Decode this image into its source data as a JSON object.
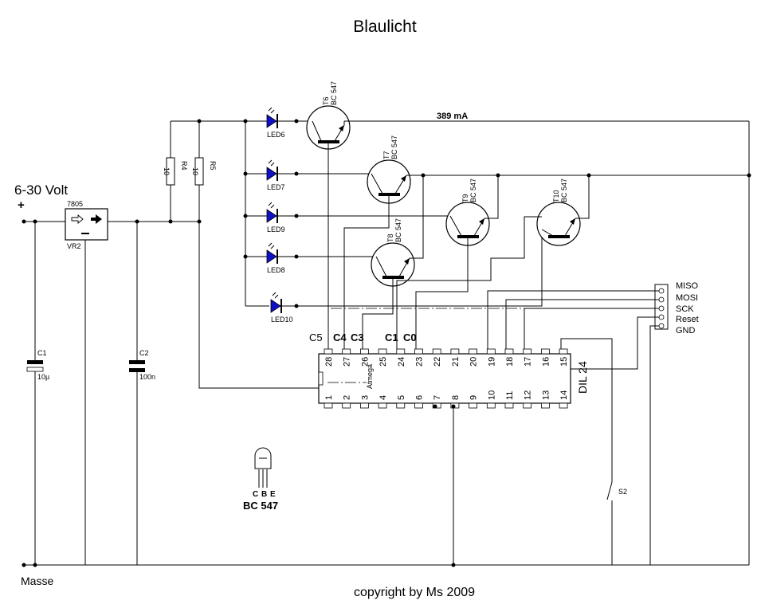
{
  "title": "Blaulicht",
  "supply": {
    "voltage_label": "6-30 Volt",
    "plus": "+",
    "ground_label": "Masse"
  },
  "regulator": {
    "part": "7805",
    "ref": "VR2"
  },
  "capacitors": [
    {
      "ref": "C1",
      "value": "10µ"
    },
    {
      "ref": "C2",
      "value": "100n"
    }
  ],
  "resistors": [
    {
      "ref": "R4",
      "value": "10"
    },
    {
      "ref": "R5",
      "value": "10"
    }
  ],
  "current_label": "389 mA",
  "leds": [
    "LED6",
    "LED7",
    "LED9",
    "LED8",
    "LED10"
  ],
  "transistors": [
    {
      "ref": "T6",
      "type": "BC 547"
    },
    {
      "ref": "T7",
      "type": "BC 547"
    },
    {
      "ref": "T9",
      "type": "BC 547"
    },
    {
      "ref": "T8",
      "type": "BC 547"
    },
    {
      "ref": "T10",
      "type": "BC 547"
    }
  ],
  "port_labels": [
    "C5",
    "C4",
    "C3",
    "C1",
    "C0"
  ],
  "ic": {
    "label": "Atmega",
    "package": "DIL 24",
    "top_pins": [
      "28",
      "27",
      "26",
      "25",
      "24",
      "23",
      "22",
      "21",
      "20",
      "19",
      "18",
      "17",
      "16",
      "15"
    ],
    "bottom_pins": [
      "1",
      "2",
      "3",
      "4",
      "5",
      "6",
      "7",
      "8",
      "9",
      "10",
      "11",
      "12",
      "13",
      "14"
    ]
  },
  "isp_header": [
    "MISO",
    "MOSI",
    "SCK",
    "Reset",
    "GND"
  ],
  "switch": {
    "ref": "S2"
  },
  "pinout": {
    "pins": [
      "C",
      "B",
      "E"
    ],
    "name": "BC 547"
  },
  "copyright": "copyright by Ms 2009"
}
